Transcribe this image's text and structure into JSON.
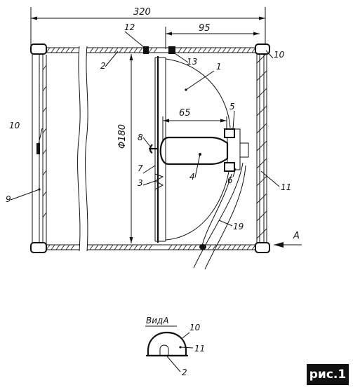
{
  "dimensions": {
    "total_length": "320",
    "offset": "95",
    "diameter": "Φ180",
    "lamp_offset": "65"
  },
  "callouts": [
    "1",
    "2",
    "3",
    "4",
    "5",
    "6",
    "7",
    "8",
    "9",
    "10",
    "10",
    "11",
    "12",
    "13",
    "19"
  ],
  "view": {
    "title": "ВидА",
    "arrow_label": "А",
    "callouts": [
      "10",
      "11",
      "2"
    ]
  },
  "figure_label": "рис.1"
}
